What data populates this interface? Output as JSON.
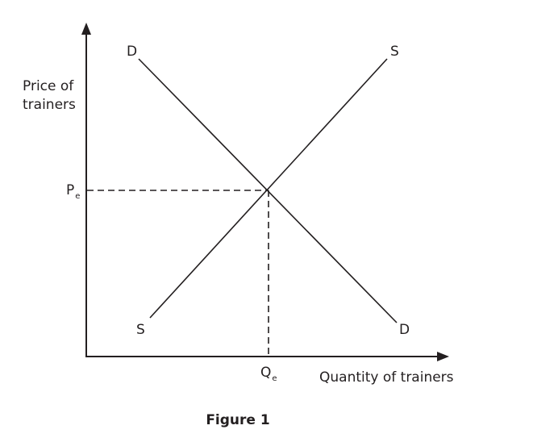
{
  "chart_data": {
    "type": "line",
    "title": "",
    "xlabel": "Quantity of trainers",
    "ylabel": "Price of trainers",
    "grid": false,
    "series": [
      {
        "name": "D",
        "label_start": "D",
        "label_end": "D",
        "points": [
          [
            0.15,
            0.9
          ],
          [
            0.86,
            0.1
          ]
        ],
        "description": "Downward-sloping demand curve"
      },
      {
        "name": "S",
        "label_start": "S",
        "label_end": "S",
        "points": [
          [
            0.18,
            0.12
          ],
          [
            0.84,
            0.9
          ]
        ],
        "description": "Upward-sloping supply curve"
      }
    ],
    "annotations": [
      {
        "text": "Pe",
        "meaning": "Equilibrium price",
        "axis": "y"
      },
      {
        "text": "Qe",
        "meaning": "Equilibrium quantity",
        "axis": "x"
      }
    ],
    "equilibrium": {
      "price_label": "Pe",
      "quantity_label": "Qe",
      "dashed_guides": true
    }
  },
  "axes": {
    "y_label_line1": "Price of",
    "y_label_line2": "trainers",
    "x_label": "Quantity of trainers"
  },
  "curves": {
    "demand_top": "D",
    "demand_bottom": "D",
    "supply_top": "S",
    "supply_bottom": "S"
  },
  "equilibrium": {
    "price_main": "P",
    "price_sub": "e",
    "quantity_main": "Q",
    "quantity_sub": "e"
  },
  "caption": "Figure 1",
  "colors": {
    "ink": "#231f20",
    "background": "#ffffff"
  }
}
